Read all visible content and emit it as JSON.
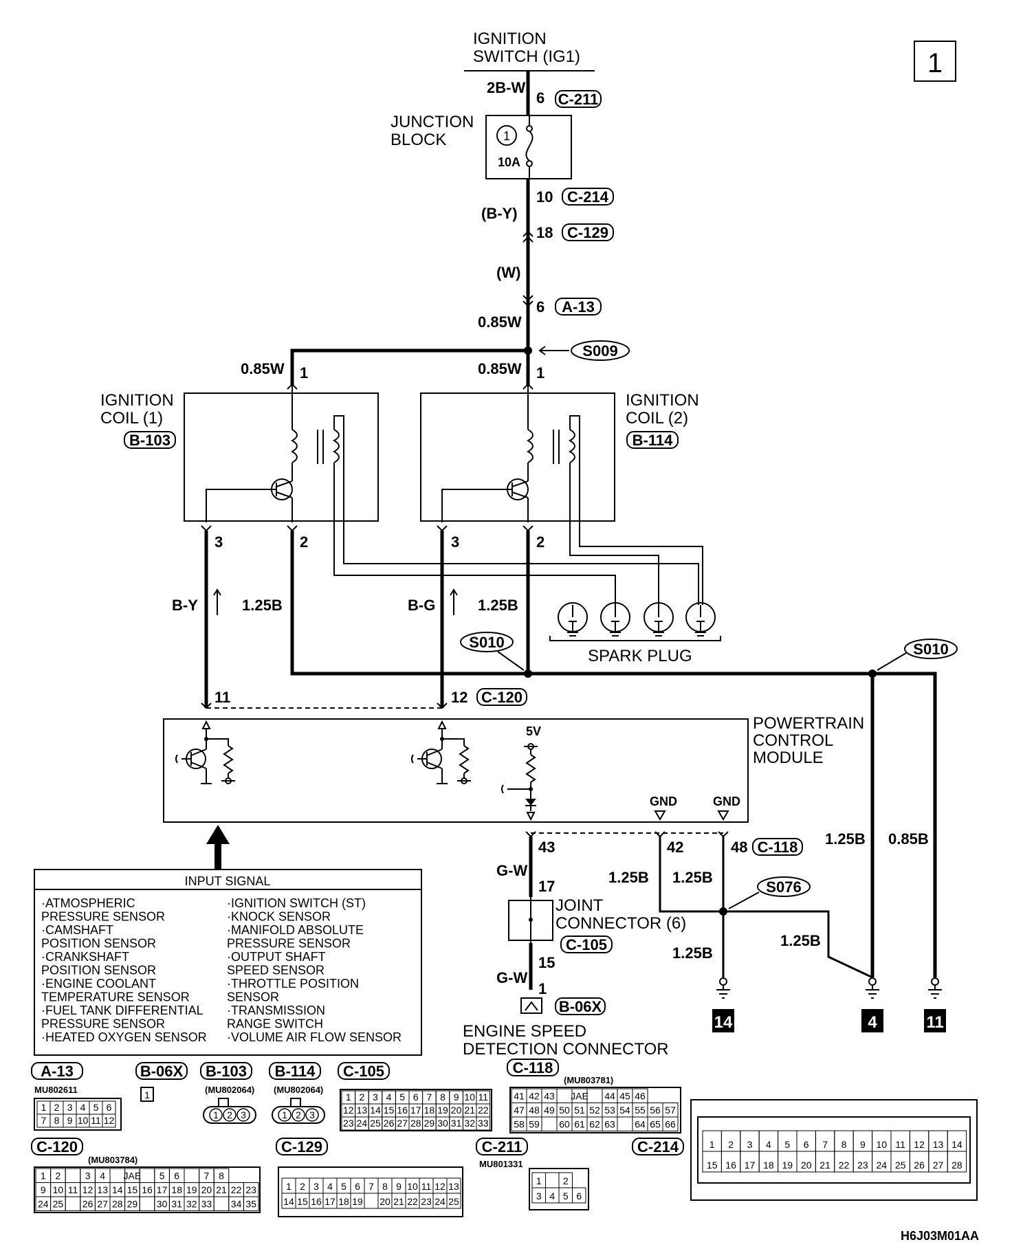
{
  "diagram_number": "1",
  "drawing_code": "H6J03M01AA",
  "power_source": {
    "line1": "IGNITION",
    "line2": "SWITCH (IG1)"
  },
  "junction_block": {
    "line1": "JUNCTION",
    "line2": "BLOCK",
    "fuse_number": "1",
    "fuse_rating": "10A"
  },
  "ignition_coil_1": {
    "line1": "IGNITION",
    "line2": "COIL (1)",
    "connector": "B-103"
  },
  "ignition_coil_2": {
    "line1": "IGNITION",
    "line2": "COIL (2)",
    "connector": "B-114"
  },
  "spark_plug_label": "SPARK PLUG",
  "pcm": {
    "line1": "POWERTRAIN",
    "line2": "CONTROL",
    "line3": "MODULE",
    "v5": "5V",
    "gnd": "GND"
  },
  "joint_connector": {
    "line1": "JOINT",
    "line2": "CONNECTOR (6)",
    "connector": "C-105"
  },
  "engine_speed": {
    "line1": "ENGINE SPEED",
    "line2": "DETECTION CONNECTOR",
    "connector": "B-06X"
  },
  "wires": {
    "w2bw": "2B-W",
    "wby": "(B-Y)",
    "ww": "(W)",
    "w085w": "0.85W",
    "by": "B-Y",
    "bg": "B-G",
    "w125b": "1.25B",
    "w085b": "0.85B",
    "gw": "G-W"
  },
  "pins": {
    "p6": "6",
    "p10": "10",
    "p18": "18",
    "p1": "1",
    "p2": "2",
    "p3": "3",
    "p11": "11",
    "p12": "12",
    "p43": "43",
    "p42": "42",
    "p48": "48",
    "p17": "17",
    "p15": "15"
  },
  "connectors": {
    "c211": "C-211",
    "c214": "C-214",
    "c129": "C-129",
    "a13": "A-13",
    "c120": "C-120",
    "c118": "C-118"
  },
  "splices": {
    "s009": "S009",
    "s010": "S010",
    "s076": "S076"
  },
  "grounds": {
    "g14": "14",
    "g4": "4",
    "g11": "11"
  },
  "input_signal": {
    "title": "INPUT SIGNAL",
    "left": [
      "·ATMOSPHERIC",
      " PRESSURE SENSOR",
      "·CAMSHAFT",
      " POSITION SENSOR",
      "·CRANKSHAFT",
      " POSITION SENSOR",
      "·ENGINE COOLANT",
      " TEMPERATURE SENSOR",
      "·FUEL TANK DIFFERENTIAL",
      " PRESSURE SENSOR",
      "·HEATED OXYGEN SENSOR"
    ],
    "right": [
      "·IGNITION SWITCH (ST)",
      "·KNOCK SENSOR",
      "·MANIFOLD ABSOLUTE",
      " PRESSURE SENSOR",
      "·OUTPUT SHAFT",
      " SPEED SENSOR",
      "·THROTTLE POSITION",
      " SENSOR",
      "·TRANSMISSION",
      " RANGE SWITCH",
      "·VOLUME AIR FLOW SENSOR"
    ]
  },
  "connector_views": {
    "a13": {
      "label": "A-13",
      "part": "MU802611",
      "row1": [
        "1",
        "2",
        "3",
        "4",
        "5",
        "6"
      ],
      "row2": [
        "7",
        "8",
        "9",
        "10",
        "11",
        "12"
      ]
    },
    "b06x": {
      "label": "B-06X",
      "pins": [
        "1"
      ]
    },
    "b103": {
      "label": "B-103",
      "part": "(MU802064)",
      "pins": [
        "1",
        "2",
        "3"
      ]
    },
    "b114": {
      "label": "B-114",
      "part": "(MU802064)",
      "pins": [
        "1",
        "2",
        "3"
      ]
    },
    "c105": {
      "label": "C-105",
      "row1": [
        "1",
        "2",
        "3",
        "4",
        "5",
        "6",
        "7",
        "8",
        "9",
        "10",
        "11"
      ],
      "row2": [
        "12",
        "13",
        "14",
        "15",
        "16",
        "17",
        "18",
        "19",
        "20",
        "21",
        "22"
      ],
      "row3": [
        "23",
        "24",
        "25",
        "26",
        "27",
        "28",
        "29",
        "30",
        "31",
        "32",
        "33"
      ]
    },
    "c118": {
      "label": "C-118",
      "part": "(MU803781)",
      "row1": [
        "41",
        "42",
        "43",
        "",
        "JAE",
        "",
        "44",
        "45",
        "46"
      ],
      "row2": [
        "47",
        "48",
        "49",
        "50",
        "51",
        "52",
        "53",
        "54",
        "55",
        "56",
        "57"
      ],
      "row3": [
        "58",
        "59",
        "",
        "60",
        "61",
        "62",
        "63",
        "",
        "64",
        "65",
        "66"
      ]
    },
    "c120": {
      "label": "C-120",
      "part": "(MU803784)",
      "row1": [
        "1",
        "2",
        "",
        "3",
        "4",
        "",
        "JAE",
        "",
        "5",
        "6",
        "",
        "7",
        "8"
      ],
      "row2": [
        "9",
        "10",
        "11",
        "12",
        "13",
        "14",
        "15",
        "16",
        "17",
        "18",
        "19",
        "20",
        "21",
        "22",
        "23"
      ],
      "row3": [
        "24",
        "25",
        "",
        "26",
        "27",
        "28",
        "29",
        "",
        "30",
        "31",
        "32",
        "33",
        "",
        "34",
        "35"
      ]
    },
    "c129": {
      "label": "C-129",
      "row1": [
        "1",
        "2",
        "3",
        "4",
        "5",
        "6",
        "7",
        "8",
        "9",
        "10",
        "11",
        "12",
        "13"
      ],
      "row2": [
        "14",
        "15",
        "16",
        "17",
        "18",
        "19",
        "",
        "20",
        "21",
        "22",
        "23",
        "24",
        "25"
      ]
    },
    "c211": {
      "label": "C-211",
      "part": "MU801331",
      "row1": [
        "1",
        "",
        "2"
      ],
      "row2": [
        "3",
        "4",
        "5",
        "6"
      ]
    },
    "c214": {
      "label": "C-214",
      "row1": [
        "1",
        "2",
        "3",
        "4",
        "5",
        "6",
        "7",
        "8",
        "9",
        "10",
        "11",
        "12",
        "13",
        "14"
      ],
      "row2": [
        "15",
        "16",
        "17",
        "18",
        "19",
        "20",
        "21",
        "22",
        "23",
        "24",
        "25",
        "26",
        "27",
        "28"
      ]
    }
  }
}
